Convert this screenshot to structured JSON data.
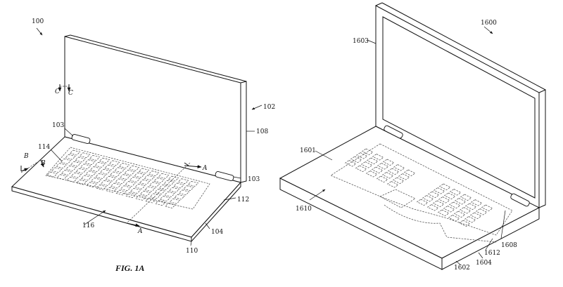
{
  "caption": "FIG. 1A",
  "laptop_a": {
    "labels": {
      "n100": "100",
      "n102": "102",
      "n103_top": "103",
      "n103_right": "103",
      "n104": "104",
      "n108": "108",
      "n110": "110",
      "n112": "112",
      "n114": "114",
      "n116": "116",
      "sec_a1": "A",
      "sec_a2": "A",
      "sec_b1": "B",
      "sec_b2": "B",
      "sec_c1": "C",
      "sec_c2": "C"
    }
  },
  "laptop_b": {
    "labels": {
      "n1600": "1600",
      "n1601": "1601",
      "n1602": "1602",
      "n1603": "1603",
      "n1604": "1604",
      "n1608": "1608",
      "n1610": "1610",
      "n1612": "1612"
    }
  }
}
